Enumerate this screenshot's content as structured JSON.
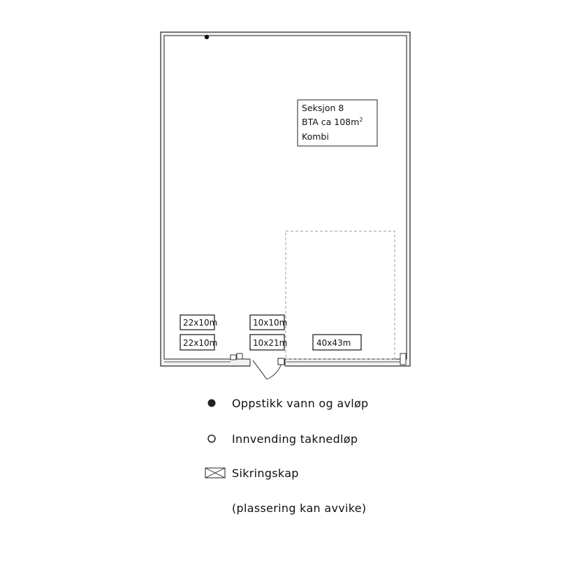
{
  "section_box": {
    "line1": "Seksjon 8",
    "line2_prefix": "BTA ca 108m",
    "line2_sup": "2",
    "line3": "Kombi"
  },
  "openings": [
    {
      "label": "22x10m"
    },
    {
      "label": "22x10m"
    },
    {
      "label": "10x10m"
    },
    {
      "label": "10x21m"
    },
    {
      "label": "40x43m"
    }
  ],
  "legend": {
    "filled_dot": "Oppstikk vann og avløp",
    "open_dot": "Innvending taknedløp",
    "fuse_box": "Sikringskap",
    "note": "(plassering kan avvike)"
  },
  "colors": {
    "line": "#222222",
    "wall_fill": "#f2f2f2",
    "dashed": "#9a9a9a"
  }
}
